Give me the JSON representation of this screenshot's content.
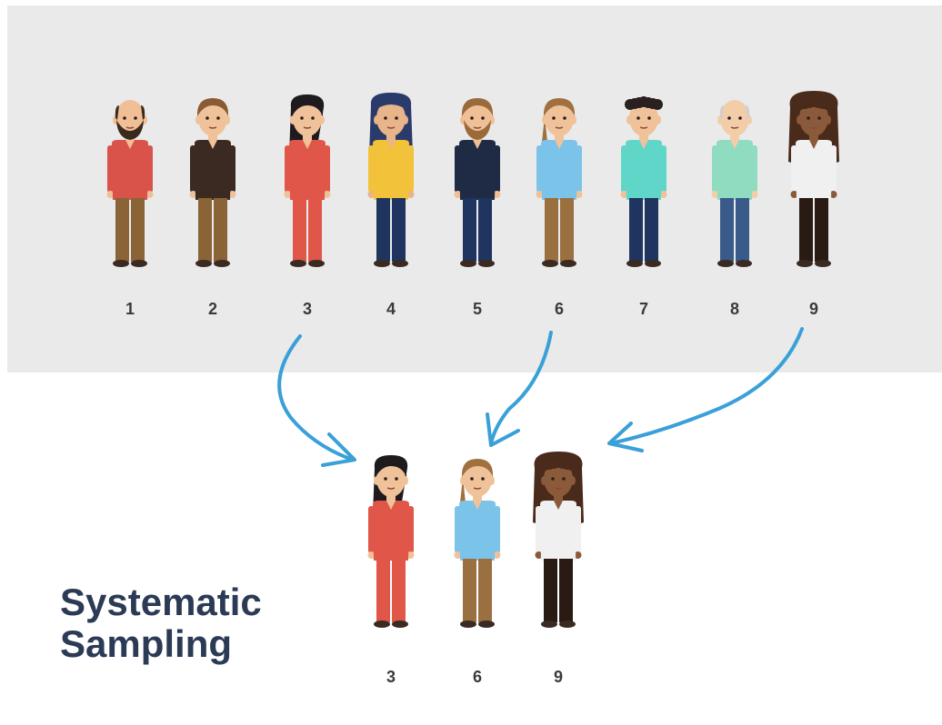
{
  "title": {
    "line1": "Systematic",
    "line2": "Sampling"
  },
  "population": [
    {
      "id": "person-1",
      "label": "1",
      "hair": "bald-beard",
      "top": "#d9534a",
      "bottom": "#8a6436",
      "skin": "#f0bf95"
    },
    {
      "id": "person-2",
      "label": "2",
      "hair": "short-brown",
      "top": "#3a2a22",
      "bottom": "#8a6436",
      "skin": "#f0c29a"
    },
    {
      "id": "person-3",
      "label": "3",
      "hair": "long-black",
      "top": "#e0574a",
      "bottom": "#e0574a",
      "skin": "#f0c29a"
    },
    {
      "id": "person-4",
      "label": "4",
      "hair": "hijab",
      "top": "#f2c23a",
      "bottom": "#1f3560",
      "skin": "#e8b48a"
    },
    {
      "id": "person-5",
      "label": "5",
      "hair": "short-brown-beard",
      "top": "#1f2a44",
      "bottom": "#1f3560",
      "skin": "#f0bf95"
    },
    {
      "id": "person-6",
      "label": "6",
      "hair": "ponytail-brown",
      "top": "#7cc3ea",
      "bottom": "#9a7040",
      "skin": "#f0c29a"
    },
    {
      "id": "person-7",
      "label": "7",
      "hair": "curly-black",
      "top": "#5fd6c8",
      "bottom": "#1f3560",
      "skin": "#f0c29a"
    },
    {
      "id": "person-8",
      "label": "8",
      "hair": "bald-grey",
      "top": "#8fdcc0",
      "bottom": "#3a5a8a",
      "skin": "#f3cca8"
    },
    {
      "id": "person-9",
      "label": "9",
      "hair": "curly-afro",
      "top": "#f0f0f0",
      "bottom": "#2a1a14",
      "skin": "#8a5a3a"
    }
  ],
  "sample": [
    {
      "id": "sample-3",
      "label": "3",
      "source": 3
    },
    {
      "id": "sample-6",
      "label": "6",
      "source": 6
    },
    {
      "id": "sample-9",
      "label": "9",
      "source": 9
    }
  ],
  "colors": {
    "panel": "#eaeaea",
    "arrow": "#3aa0d8",
    "title": "#2b3a55",
    "number": "#3a3a3a"
  },
  "icons": [
    "person-figure-icon",
    "curved-arrow-icon"
  ]
}
